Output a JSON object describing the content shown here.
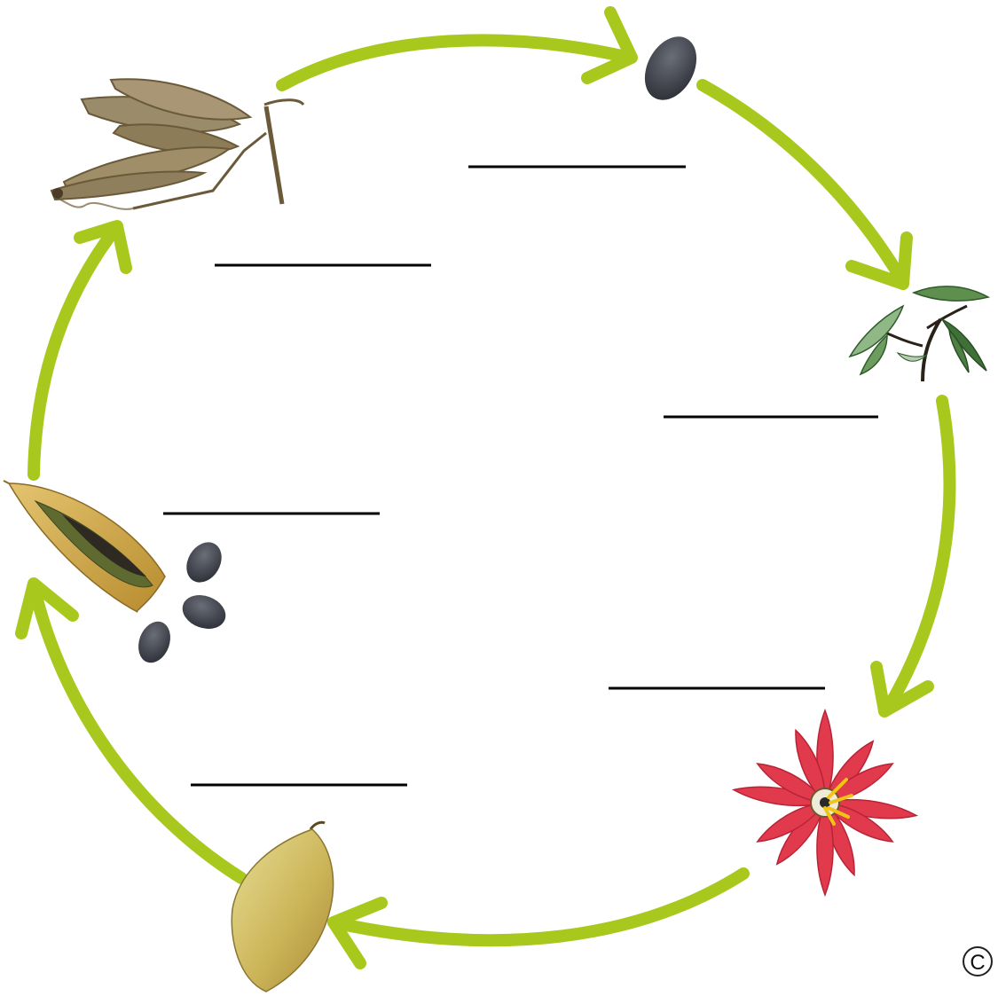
{
  "diagram": {
    "arrow_color": "#a8c81e",
    "stages": [
      {
        "id": "withered-vine",
        "icon": "withered-vine-icon"
      },
      {
        "id": "seed",
        "icon": "seed-icon"
      },
      {
        "id": "seedling",
        "icon": "seedling-icon"
      },
      {
        "id": "flower",
        "icon": "flower-icon"
      },
      {
        "id": "fruit",
        "icon": "fruit-icon"
      },
      {
        "id": "open-fruit-with-seeds",
        "icon": "open-fruit-with-seeds-icon"
      }
    ],
    "blanks": [
      {
        "id": "blank-1",
        "text": ""
      },
      {
        "id": "blank-2",
        "text": ""
      },
      {
        "id": "blank-3",
        "text": ""
      },
      {
        "id": "blank-4",
        "text": ""
      },
      {
        "id": "blank-5",
        "text": ""
      },
      {
        "id": "blank-6",
        "text": ""
      }
    ],
    "copyright_symbol": "C"
  }
}
